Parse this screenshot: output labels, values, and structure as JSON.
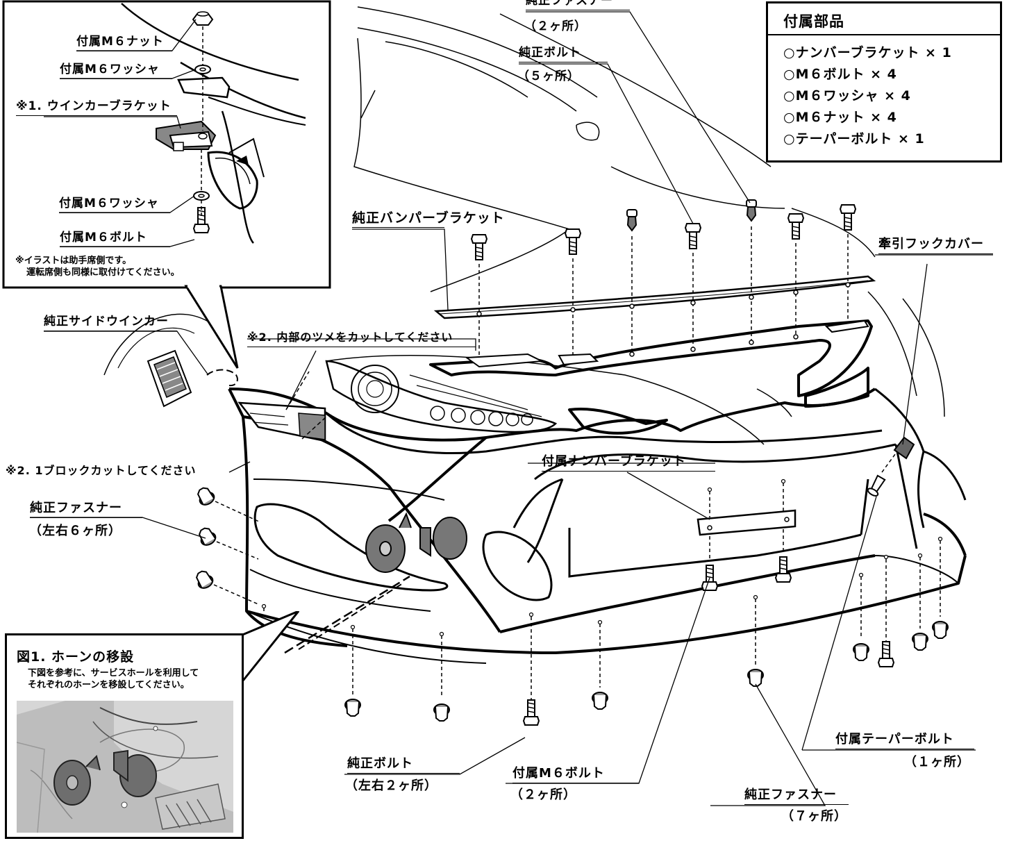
{
  "parts_box": {
    "title": "付属部品",
    "items": [
      "○ナンバーブラケット × 1",
      "○M６ボルト × 4",
      "○M６ワッシャ × 4",
      "○M６ナット × 4",
      "○テーパーボルト × 1"
    ]
  },
  "inset": {
    "nut": "付属M６ナット",
    "washer_top": "付属M６ワッシャ",
    "bracket": "※1. ウインカーブラケット",
    "washer_bottom": "付属M６ワッシャ",
    "bolt": "付属M６ボルト",
    "note_line1": "※イラストは助手席側です。",
    "note_line2": "運転席側も同様に取付けてください。"
  },
  "labels": {
    "fastener_top": "純正ファスナー",
    "fastener_top_count": "（２ヶ所）",
    "bolt_top": "純正ボルト",
    "bolt_top_count": "（５ヶ所）",
    "bumper_bracket": "純正バンパーブラケット",
    "tow_hook_cover": "牽引フックカバー",
    "side_winker": "純正サイドウインカー",
    "note2_claw": "※2. 内部のツメをカットしてください",
    "note2_block": "※2.  1ブロックカットしてください",
    "number_bracket": "付属ナンバーブラケット",
    "fastener_left": "純正ファスナー",
    "fastener_left_count": "（左右６ヶ所）",
    "bolt_bottom": "純正ボルト",
    "bolt_bottom_count": "（左右２ヶ所）",
    "m6_bolt": "付属M６ボルト",
    "m6_bolt_count": "（２ヶ所）",
    "fastener_bottom": "純正ファスナー",
    "fastener_bottom_count": "（７ヶ所）",
    "taper_bolt": "付属テーパーボルト",
    "taper_bolt_count": "（１ヶ所）"
  },
  "horn_figure": {
    "title": "図1. ホーンの移設",
    "desc_line1": "下図を参考に、サービスホールを利用して",
    "desc_line2": "それぞれのホーンを移設してください。"
  }
}
